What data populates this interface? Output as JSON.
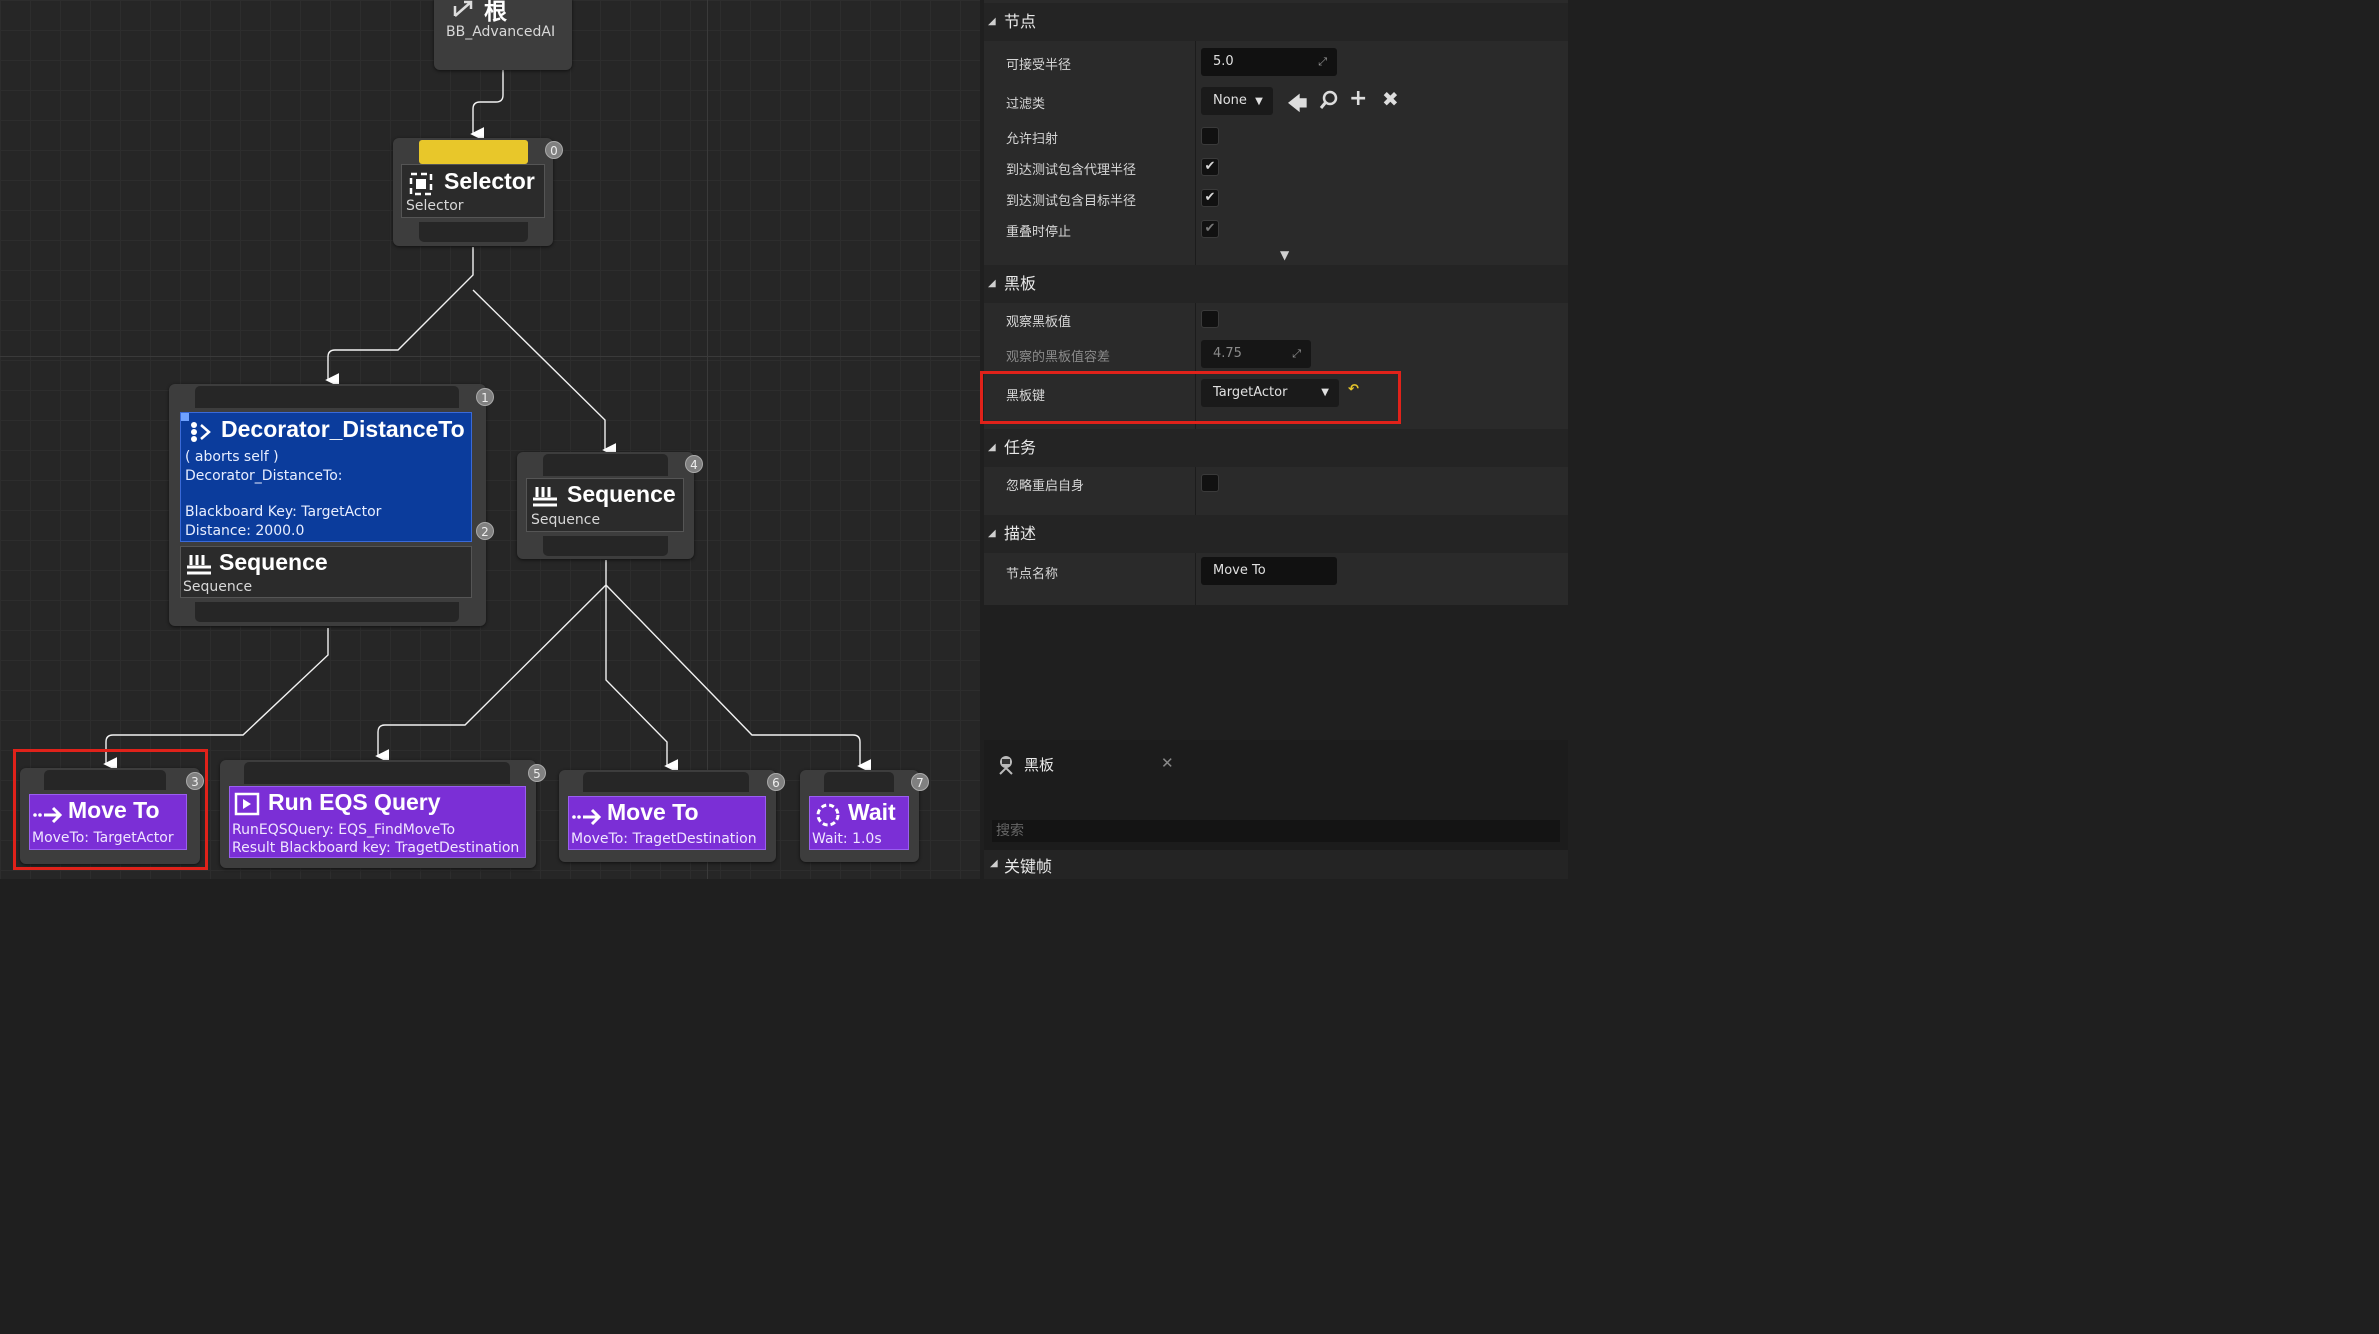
{
  "graph": {
    "root": {
      "title": "根",
      "subtitle": "BB_AdvancedAI"
    },
    "selector": {
      "title": "Selector",
      "subtitle": "Selector",
      "index": "0"
    },
    "decorator": {
      "title": "Decorator_DistanceTo",
      "line1": "( aborts self )",
      "line2": "Decorator_DistanceTo:",
      "line3": "Blackboard Key: TargetActor",
      "line4": "Distance: 2000.0",
      "index": "1"
    },
    "sequence_left": {
      "title": "Sequence",
      "subtitle": "Sequence",
      "index": "2"
    },
    "sequence_right": {
      "title": "Sequence",
      "subtitle": "Sequence",
      "index": "4"
    },
    "move_to_left": {
      "title": "Move To",
      "subtitle": "MoveTo: TargetActor",
      "index": "3"
    },
    "run_eqs": {
      "title": "Run EQS Query",
      "line1": "RunEQSQuery: EQS_FindMoveTo",
      "line2": "Result Blackboard key: TragetDestination",
      "index": "5"
    },
    "move_to_right": {
      "title": "Move To",
      "subtitle": "MoveTo: TragetDestination",
      "index": "6"
    },
    "wait": {
      "title": "Wait",
      "subtitle": "Wait: 1.0s",
      "index": "7"
    }
  },
  "details": {
    "node_section": {
      "title": "节点",
      "acceptable_radius_label": "可接受半径",
      "acceptable_radius_value": "5.0",
      "filter_class_label": "过滤类",
      "filter_class_value": "None",
      "allow_strafe_label": "允许扫射",
      "allow_strafe": false,
      "reach_agent_radius_label": "到达测试包含代理半径",
      "reach_agent_radius": true,
      "reach_goal_radius_label": "到达测试包含目标半径",
      "reach_goal_radius": true,
      "stop_on_overlap_label": "重叠时停止",
      "stop_on_overlap": true
    },
    "blackboard_section": {
      "title": "黑板",
      "observe_value_label": "观察黑板值",
      "observe_value": false,
      "observed_tolerance_label": "观察的黑板值容差",
      "observed_tolerance_value": "4.75",
      "key_label": "黑板键",
      "key_value": "TargetActor"
    },
    "task_section": {
      "title": "任务",
      "ignore_restart_label": "忽略重启自身",
      "ignore_restart": false
    },
    "description_section": {
      "title": "描述",
      "node_name_label": "节点名称",
      "node_name_value": "Move To"
    }
  },
  "blackboard_panel": {
    "tab_label": "黑板",
    "search_placeholder": "搜索",
    "keyframes_label": "关键帧"
  },
  "colors": {
    "task": "#7b2fd6",
    "decorator": "#0b3c9c",
    "selector_pin": "#e8c72a",
    "highlight": "#e0221a"
  }
}
